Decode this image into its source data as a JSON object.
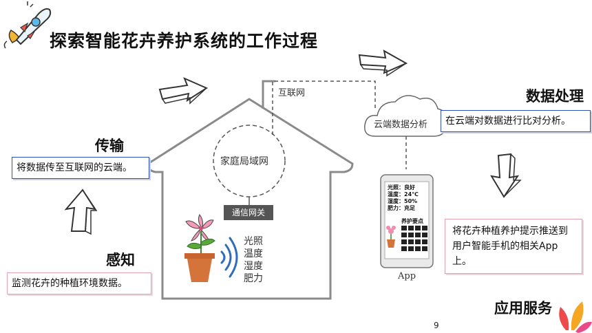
{
  "title": "探索智能花卉养护系统的工作过程",
  "sections": {
    "transmit": {
      "heading": "传输",
      "description": "将数据传至互联网的云端。"
    },
    "sense": {
      "heading": "感知",
      "description": "监测花卉的种植环境数据。"
    },
    "process": {
      "heading": "数据处理",
      "description": "在云端对数据进行比对分析。"
    },
    "service": {
      "heading": "应用服务",
      "description": "将花卉种植养护提示推送到用户智能手机的相关App上。"
    }
  },
  "diagram": {
    "internet_label": "互联网",
    "home_network_label": "家庭局域网",
    "gateway_label": "通信网关",
    "cloud_label": "云端数据分析",
    "sensors": [
      "光照",
      "温度",
      "湿度",
      "肥力"
    ],
    "app_label": "App",
    "phone_readings": [
      {
        "name": "光照",
        "value": "良好"
      },
      {
        "name": "温度",
        "value": "24℃"
      },
      {
        "name": "湿度",
        "value": "50%"
      },
      {
        "name": "肥力",
        "value": "充足"
      }
    ],
    "phone_tips_label": "养护要点"
  },
  "page_number": "9",
  "colors": {
    "blue_border": "#2f4fb8",
    "pink_border": "#e6a0b0",
    "gateway_bg": "#555555"
  }
}
